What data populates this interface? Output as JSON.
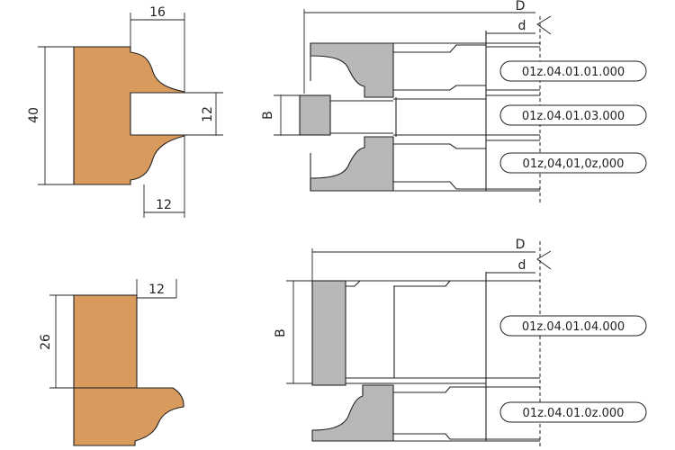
{
  "colors": {
    "wood": "#d99a5e",
    "knife": "#b8b8b8",
    "line": "#222222"
  },
  "profile_top": {
    "dim_width": "16",
    "dim_height": "40",
    "dim_groove": "12",
    "dim_bottom": "12"
  },
  "profile_bottom": {
    "dim_height": "26",
    "dim_width": "12"
  },
  "cutter_top": {
    "label_D": "D",
    "label_d": "d",
    "label_B": "B",
    "codes": [
      "01z.04.01.01.000",
      "01z.04.01.03.000",
      "01z,04,01,0z,000"
    ]
  },
  "cutter_bottom": {
    "label_D": "D",
    "label_d": "d",
    "label_B": "B",
    "codes": [
      "01z.04.01.04.000",
      "01z.04.01.0z.000"
    ]
  }
}
